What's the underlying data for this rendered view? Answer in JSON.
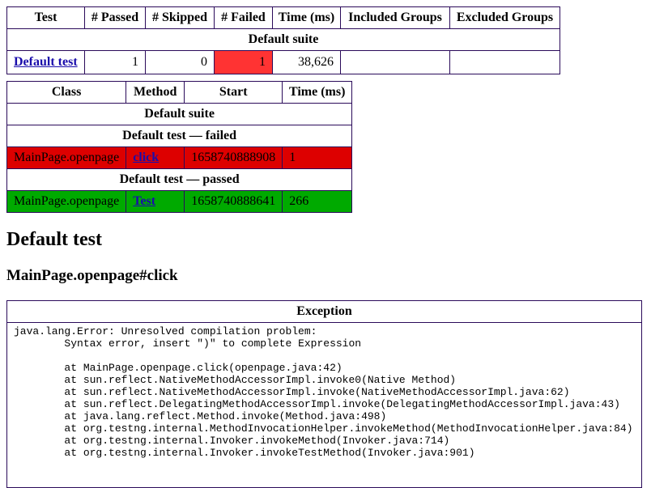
{
  "summary": {
    "headers": [
      "Test",
      "# Passed",
      "# Skipped",
      "# Failed",
      "Time (ms)",
      "Included Groups",
      "Excluded Groups"
    ],
    "suite": "Default suite",
    "row": {
      "test": "Default test",
      "passed": "1",
      "skipped": "0",
      "failed": "1",
      "time": "38,626",
      "included": "",
      "excluded": ""
    },
    "colors": {
      "failed_cell": "#ff3333"
    }
  },
  "methods": {
    "headers": [
      "Class",
      "Method",
      "Start",
      "Time (ms)"
    ],
    "suite": "Default suite",
    "failed_group": "Default test — failed",
    "failed_row": {
      "class": "MainPage.openpage",
      "method": "click",
      "start": "1658740888908",
      "time": "1"
    },
    "passed_group": "Default test — passed",
    "passed_row": {
      "class": "MainPage.openpage",
      "method": "Test",
      "start": "1658740888641",
      "time": "266"
    },
    "colors": {
      "failed": "#dd0000",
      "passed": "#00aa00"
    }
  },
  "test_heading": "Default test",
  "method_heading": "MainPage.openpage#click",
  "exception": {
    "header": "Exception",
    "trace": "java.lang.Error: Unresolved compilation problem: \n\tSyntax error, insert \")\" to complete Expression\n\n\tat MainPage.openpage.click(openpage.java:42)\n\tat sun.reflect.NativeMethodAccessorImpl.invoke0(Native Method)\n\tat sun.reflect.NativeMethodAccessorImpl.invoke(NativeMethodAccessorImpl.java:62)\n\tat sun.reflect.DelegatingMethodAccessorImpl.invoke(DelegatingMethodAccessorImpl.java:43)\n\tat java.lang.reflect.Method.invoke(Method.java:498)\n\tat org.testng.internal.MethodInvocationHelper.invokeMethod(MethodInvocationHelper.java:84)\n\tat org.testng.internal.Invoker.invokeMethod(Invoker.java:714)\n\tat org.testng.internal.Invoker.invokeTestMethod(Invoker.java:901)"
  }
}
